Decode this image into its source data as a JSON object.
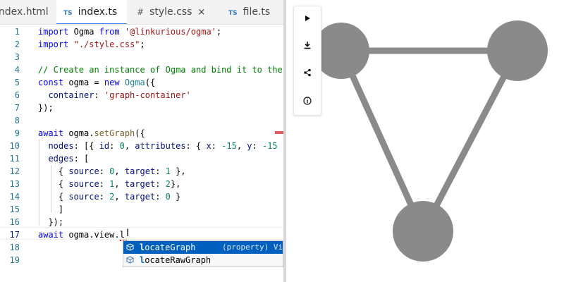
{
  "editor": {
    "tabs": [
      {
        "label": "index.html",
        "type": "html",
        "active": false
      },
      {
        "label": "index.ts",
        "type": "ts",
        "active": true,
        "icon_text": "TS"
      },
      {
        "label": "style.css",
        "type": "css",
        "active": false,
        "icon_text": "#",
        "close_glyph": "×"
      },
      {
        "label": "file.ts",
        "type": "ts",
        "active": false,
        "icon_text": "TS"
      }
    ],
    "line_numbers": [
      "1",
      "2",
      "3",
      "4",
      "5",
      "6",
      "7",
      "8",
      "9",
      "10",
      "11",
      "12",
      "13",
      "14",
      "15",
      "16",
      "17",
      "18",
      "19"
    ],
    "current_line": 17,
    "code": {
      "l1": {
        "kw1": "import",
        "id": " Ogma ",
        "kw2": "from",
        "sp": " ",
        "str": "'@linkurious/ogma'",
        "end": ";"
      },
      "l2": {
        "kw": "import",
        "sp": " ",
        "str": "\"./style.css\"",
        "end": ";"
      },
      "l4": {
        "comment": "// Create an instance of Ogma and bind it to the graph-container."
      },
      "l5": {
        "kw1": "const",
        "id": " ogma = ",
        "kw2": "new",
        "sp": " ",
        "cls": "Ogma",
        "end": "({"
      },
      "l6": {
        "indent": "  ",
        "prop": "container",
        "colon": ": ",
        "str": "'graph-container'"
      },
      "l7": {
        "text": "});"
      },
      "l9": {
        "kw": "await",
        "id": " ogma.",
        "fn": "setGraph",
        "end": "({"
      },
      "l10": {
        "indent": "  ",
        "prop1": "nodes",
        "p1": ": [{ ",
        "prop2": "id",
        "p2": ": ",
        "n1": "0",
        "p3": ", ",
        "prop3": "attributes",
        "p4": ": { ",
        "prop4": "x",
        "p5": ": ",
        "n2": "-15",
        "p6": ", ",
        "prop5": "y",
        "p7": ": ",
        "n3": "-15",
        "p8": " } }],"
      },
      "l11": {
        "indent": "  ",
        "prop": "edges",
        "end": ": ["
      },
      "e1": {
        "indent": "    { ",
        "prop1": "source",
        "p1": ": ",
        "n1": "0",
        "p2": ", ",
        "prop2": "target",
        "p3": ": ",
        "n2": "1",
        "end": " },"
      },
      "e2": {
        "indent": "    { ",
        "prop1": "source",
        "p1": ": ",
        "n1": "1",
        "p2": ", ",
        "prop2": "target",
        "p3": ": ",
        "n2": "2",
        "end": "},"
      },
      "e3": {
        "indent": "    { ",
        "prop1": "source",
        "p1": ": ",
        "n1": "2",
        "p2": ", ",
        "prop2": "target",
        "p3": ": ",
        "n2": "0",
        "end": " }"
      },
      "l15": {
        "text": "    ]"
      },
      "l16": {
        "text": "  });"
      },
      "l17": {
        "kw": "await",
        "id": " ogma.view.l"
      }
    },
    "suggestions": [
      {
        "match": "l",
        "rest": "ocateGraph",
        "detail": "(property) View.locateGraph",
        "selected": true
      },
      {
        "match": "l",
        "rest": "ocateRawGraph",
        "detail": "",
        "selected": false
      }
    ]
  },
  "preview": {
    "toolbar": [
      {
        "name": "play-icon"
      },
      {
        "name": "download-icon"
      },
      {
        "name": "share-icon"
      },
      {
        "name": "info-icon"
      }
    ],
    "graph": {
      "node_color": "#8a8a8a",
      "edge_color": "#8a8a8a",
      "nodes": [
        {
          "id": 0
        },
        {
          "id": 1
        },
        {
          "id": 2
        }
      ],
      "edges": [
        {
          "source": 0,
          "target": 1
        },
        {
          "source": 1,
          "target": 2
        },
        {
          "source": 2,
          "target": 0
        }
      ]
    }
  }
}
